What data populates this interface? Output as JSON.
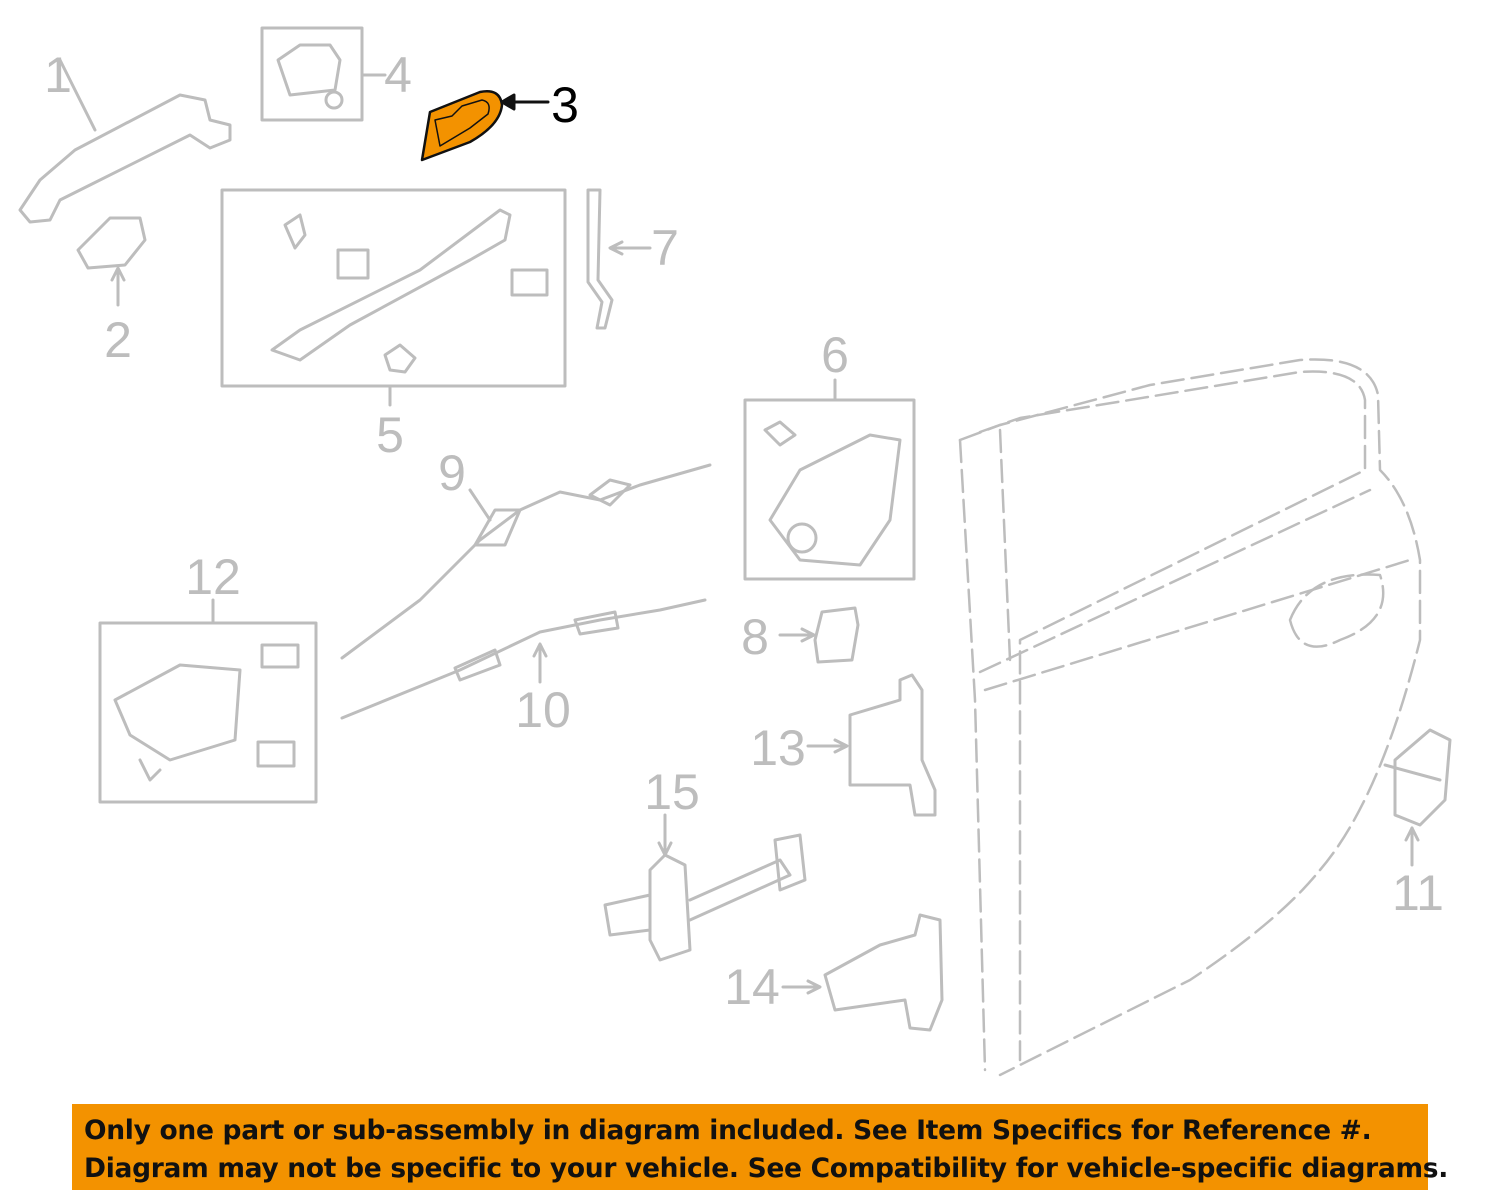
{
  "callouts": {
    "c1": "1",
    "c2": "2",
    "c3": "3",
    "c4": "4",
    "c5": "5",
    "c6": "6",
    "c7": "7",
    "c8": "8",
    "c9": "9",
    "c10": "10",
    "c11": "11",
    "c12": "12",
    "c13": "13",
    "c14": "14",
    "c15": "15"
  },
  "highlighted_part": "3",
  "colors": {
    "highlight": "#f39200",
    "parts": "#bdbdbd",
    "banner": "#f39200"
  },
  "banner": {
    "line1": "Only one part or sub-assembly in diagram included. See Item Specifics for Reference #.",
    "line2": "Diagram may not be specific to your vehicle. See Compatibility for vehicle-specific diagrams."
  }
}
